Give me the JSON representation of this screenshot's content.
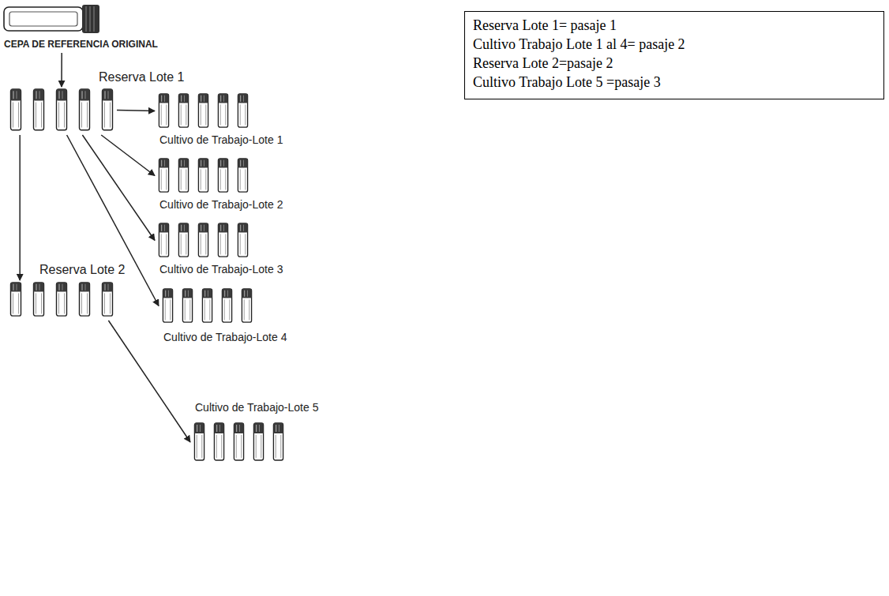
{
  "diagram": {
    "nodes": [
      {
        "text": [
          "CEPA DE REFERENCIA ORIGINAL"
        ]
      },
      {
        "text": [
          "Reserva Lote 1"
        ]
      },
      {
        "text": [
          "Cultivo de Trabajo-Lote 1"
        ]
      },
      {
        "text": [
          "Cultivo de Trabajo-Lote 2"
        ]
      },
      {
        "text": [
          "Cultivo de Trabajo-Lote 3"
        ]
      },
      {
        "text": [
          "Cultivo de Trabajo-Lote 4"
        ]
      },
      {
        "text": [
          "Reserva Lote 2"
        ]
      },
      {
        "text": [
          "Cultivo de Trabajo-Lote 5"
        ]
      },
      {
        "text": [
          "Reserva Lote 1= pasaje 1",
          "Cultivo Trabajo Lote 1 al 4= pasaje 2",
          "Reserva Lote 2=pasaje 2",
          "Cultivo Trabajo Lote 5 =pasaje 3"
        ]
      }
    ],
    "edges": [
      {
        "from": 0,
        "to": 1,
        "arrow": "to"
      },
      {
        "from": 1,
        "to": 2,
        "arrow": "to"
      },
      {
        "from": 1,
        "to": 3,
        "arrow": "to"
      },
      {
        "from": 1,
        "to": 4,
        "arrow": "to"
      },
      {
        "from": 1,
        "to": 5,
        "arrow": "to"
      },
      {
        "from": 1,
        "to": 6,
        "arrow": "to"
      },
      {
        "from": 6,
        "to": 7,
        "arrow": "to"
      }
    ]
  }
}
